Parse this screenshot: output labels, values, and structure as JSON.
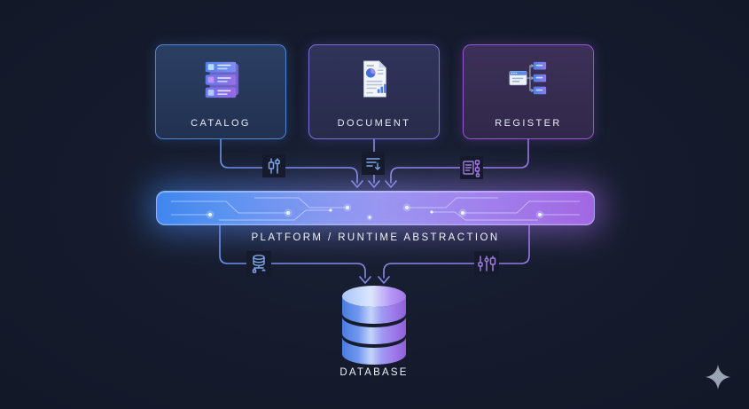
{
  "background": "#151b2c",
  "nodes": {
    "catalog": {
      "label": "CATALOG",
      "icon": "catalog-list-icon",
      "border_color": "#4f86dd"
    },
    "document": {
      "label": "DOCUMENT",
      "icon": "document-report-icon",
      "border_color": "#7b6fdd"
    },
    "register": {
      "label": "REGISTER",
      "icon": "register-flow-icon",
      "border_color": "#9557d8"
    }
  },
  "platform_bar": {
    "label": "PLATFORM / RUNTIME ABSTRACTION",
    "gradient_left": "#3d86ee",
    "gradient_right": "#a266e2"
  },
  "database": {
    "label": "DATABASE",
    "icon": "database-cylinder-icon"
  },
  "connector_icons": [
    {
      "name": "sliders-icon",
      "position": "catalog-to-platform",
      "color": "#7fa6e8"
    },
    {
      "name": "sort-filter-icon",
      "position": "document-to-platform",
      "color": "#7fa6e8"
    },
    {
      "name": "list-nodes-icon",
      "position": "register-to-platform",
      "color": "#a27ae0"
    },
    {
      "name": "database-network-icon",
      "position": "platform-to-database-left",
      "color": "#7fa6e8"
    },
    {
      "name": "sliders-icon",
      "position": "platform-to-database-right",
      "color": "#a27ae0"
    }
  ],
  "decorations": [
    {
      "name": "sparkle-icon",
      "corner": "bottom-right",
      "color": "#9aa4b5"
    }
  ]
}
